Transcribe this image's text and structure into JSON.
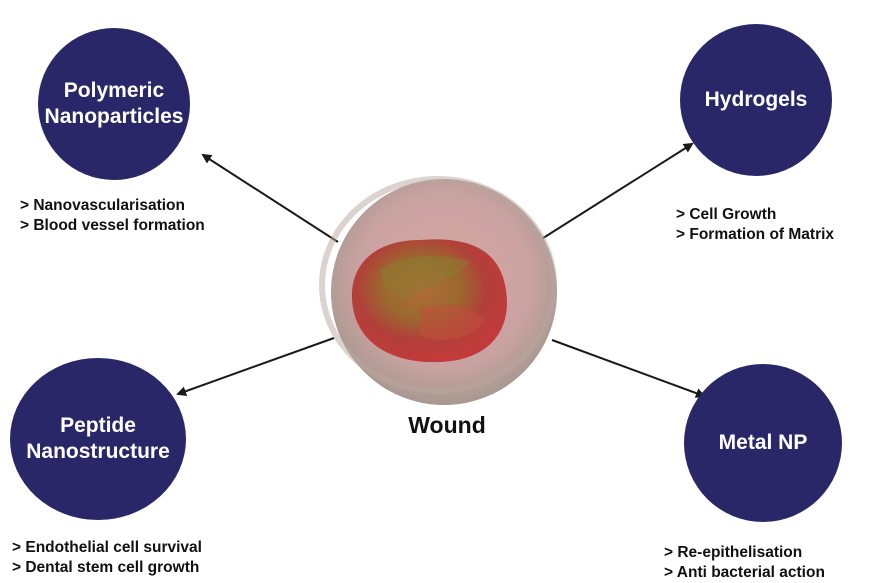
{
  "center": {
    "label": "Wound"
  },
  "nodes": {
    "polymeric": {
      "title_lines": [
        "Polymeric",
        "Nanoparticles"
      ],
      "effects": [
        "> Nanovascularisation",
        "> Blood vessel formation"
      ]
    },
    "hydrogels": {
      "title_lines": [
        "Hydrogels"
      ],
      "effects": [
        "> Cell Growth",
        "> Formation of Matrix"
      ]
    },
    "peptide": {
      "title_lines": [
        "Peptide",
        "Nanostructure"
      ],
      "effects": [
        "> Endothelial cell survival",
        "> Dental stem cell growth"
      ]
    },
    "metal": {
      "title_lines": [
        "Metal NP"
      ],
      "effects": [
        "> Re-epithelisation",
        "> Anti bacterial action"
      ]
    }
  },
  "colors": {
    "node_fill": "#2a2769",
    "node_text": "#ffffff",
    "arrow": "#1a1a1a"
  }
}
